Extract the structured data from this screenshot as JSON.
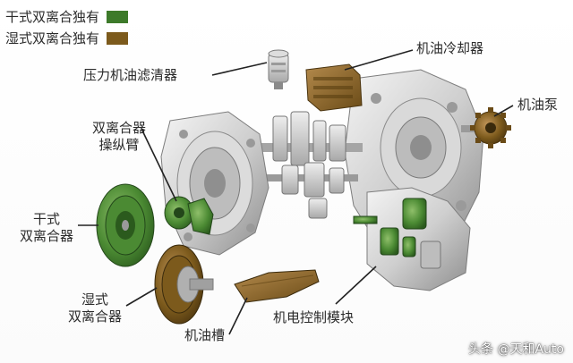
{
  "legend": [
    {
      "label": "干式双离合独有",
      "color": "#3d7a2a"
    },
    {
      "label": "湿式双离合独有",
      "color": "#7c5a1c"
    }
  ],
  "labels": {
    "oil_filter": "压力机油滤清器",
    "oil_cooler": "机油冷却器",
    "oil_pump": "机油泵",
    "clutch_arm_line1": "双离合器",
    "clutch_arm_line2": "操纵臂",
    "dry_clutch_line1": "干式",
    "dry_clutch_line2": "双离合器",
    "wet_clutch_line1": "湿式",
    "wet_clutch_line2": "双离合器",
    "oil_pan": "机油槽",
    "mechatronics": "机电控制模块"
  },
  "watermark": "头条 @天和Auto",
  "colors": {
    "dry_green": "#3d7a2a",
    "wet_brown": "#7c5a1c",
    "metal_light": "#e6e6e6",
    "metal_dark": "#9a9a9a",
    "leader_line": "#222222"
  }
}
